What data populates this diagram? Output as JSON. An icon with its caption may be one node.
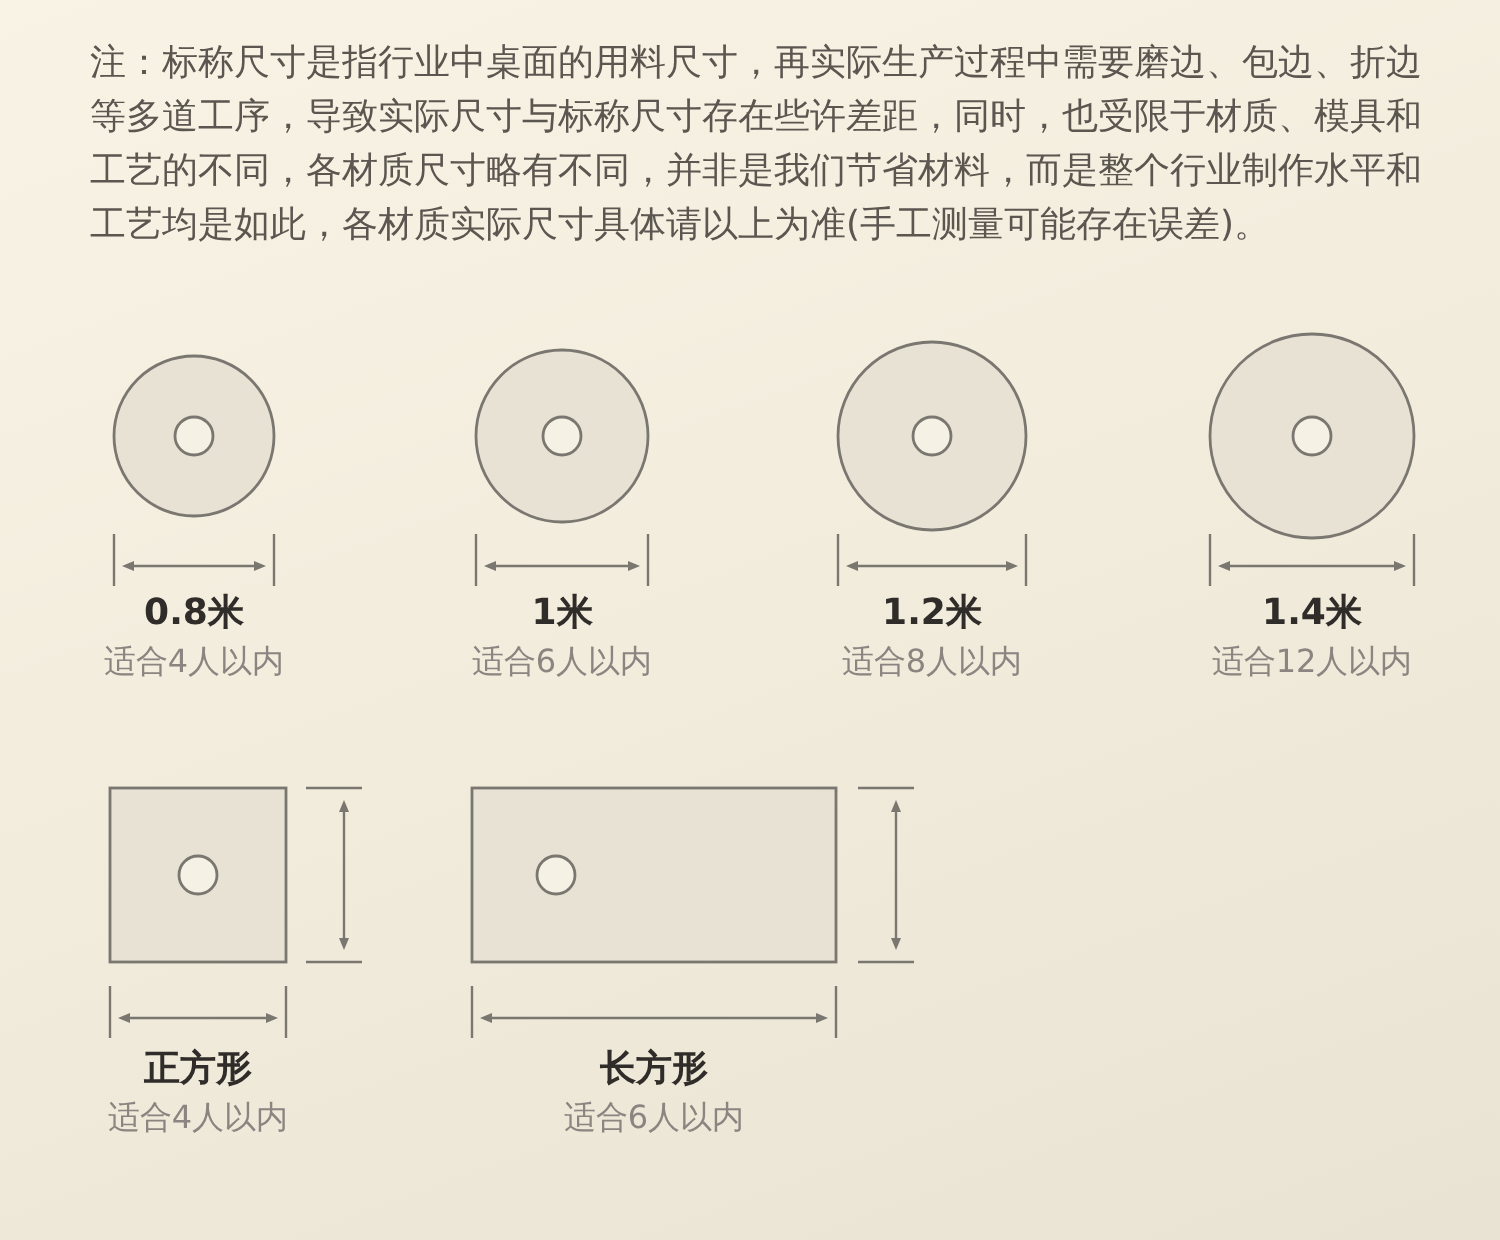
{
  "diagram": {
    "nodes": [
      {
        "text": [
          "0.8米",
          "适合4人以内"
        ]
      },
      {
        "text": [
          "1米",
          "适合6人以内"
        ]
      },
      {
        "text": [
          "1.2米",
          "适合8人以内"
        ]
      },
      {
        "text": [
          "1.4米",
          "适合12人以内"
        ]
      },
      {
        "text": [
          "正方形",
          "适合4人以内"
        ]
      },
      {
        "text": [
          "长方形",
          "适合6人以内"
        ]
      }
    ],
    "labels": [
      "注：标称尺寸是指行业中桌面的用料尺寸，再实际生产过程中需要磨边、包边、折边等多道工序，导致实际尺寸与标称尺寸存在些许差距，同时，也受限于材质、模具和工艺的不同，各材质尺寸略有不同，并非是我们节省材料，而是整个行业制作水平和工艺均是如此，各材质实际尺寸具体请以上为准(手工测量可能存在误差)。"
    ]
  }
}
